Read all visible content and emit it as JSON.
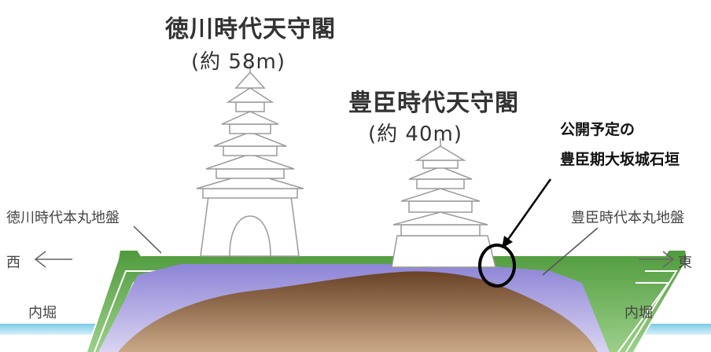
{
  "titles": {
    "tokugawa_castle": "徳川時代天守閣",
    "tokugawa_height": "(約 58m)",
    "toyotomi_castle": "豊臣時代天守閣",
    "toyotomi_height": "(約 40m)"
  },
  "labels": {
    "tokugawa_ground": "徳川時代本丸地盤",
    "toyotomi_ground": "豊臣時代本丸地盤",
    "west": "西",
    "east": "東",
    "moat_left": "内堀",
    "moat_right": "内堀"
  },
  "callout": {
    "line1": "公開予定の",
    "line2": "豊臣期大坂城石垣"
  },
  "colors": {
    "green_ground": "#5fa04a",
    "purple_layer": "#9a92d8",
    "brown_mound": "#7a5236",
    "water": "#a9dff0"
  }
}
